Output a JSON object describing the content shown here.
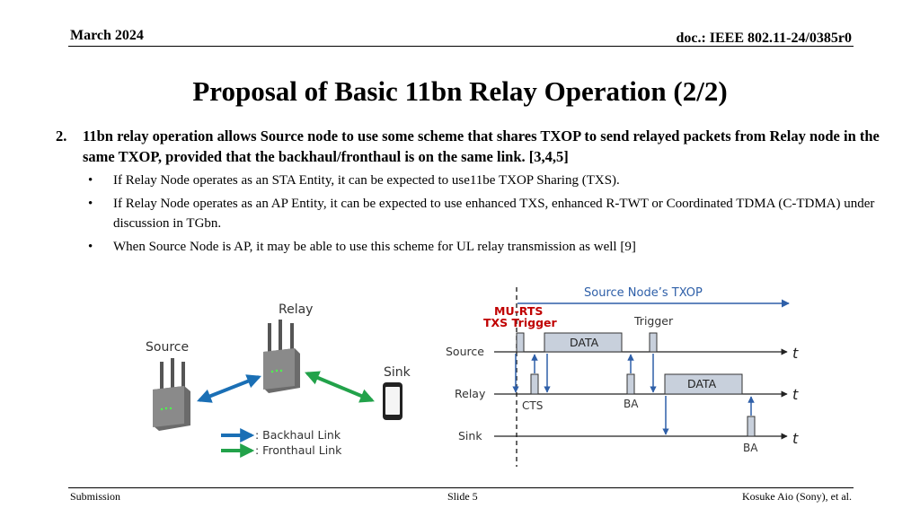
{
  "header": {
    "date": "March 2024",
    "doc": "doc.: IEEE 802.11-24/0385r0"
  },
  "title": "Proposal of Basic 11bn Relay Operation (2/2)",
  "main_point": {
    "number": "2.",
    "text": "11bn relay operation allows Source node to use some scheme that shares TXOP to send relayed packets from Relay node in the same TXOP, provided that the backhaul/fronthaul is on the same link. [3,4,5]"
  },
  "sub_points": [
    "If Relay Node operates as an STA Entity, it can be expected to use11be TXOP Sharing (TXS).",
    "If Relay Node operates as an AP Entity, it can be expected to use enhanced TXS, enhanced R-TWT or Coordinated TDMA (C-TDMA) under discussion in TGbn.",
    "When Source Node is AP, it may be able to use this scheme for UL relay transmission as well [9]"
  ],
  "topology": {
    "relay_label": "Relay",
    "source_label": "Source",
    "sink_label": "Sink",
    "legend_backhaul": ": Backhaul Link",
    "legend_fronthaul": ": Fronthaul Link",
    "colors": {
      "backhaul": "#1a6fb5",
      "fronthaul": "#22a24a"
    }
  },
  "timing": {
    "txop_label": "Source Node’s TXOP",
    "murts_label_1": "MU-RTS",
    "murts_label_2": "TXS Trigger",
    "trigger_label": "Trigger",
    "data_label_1": "DATA",
    "data_label_2": "DATA",
    "cts_label": "CTS",
    "ba_label_1": "BA",
    "ba_label_2": "BA",
    "row_source": "Source",
    "row_relay": "Relay",
    "row_sink": "Sink",
    "time_symbol": "t",
    "colors": {
      "accent": "#2e5fa8",
      "murts": "#c00000",
      "frame_fill": "#c8d0dc"
    }
  },
  "footer": {
    "left": "Submission",
    "center": "Slide 5",
    "right": "Kosuke Aio (Sony), et al."
  }
}
